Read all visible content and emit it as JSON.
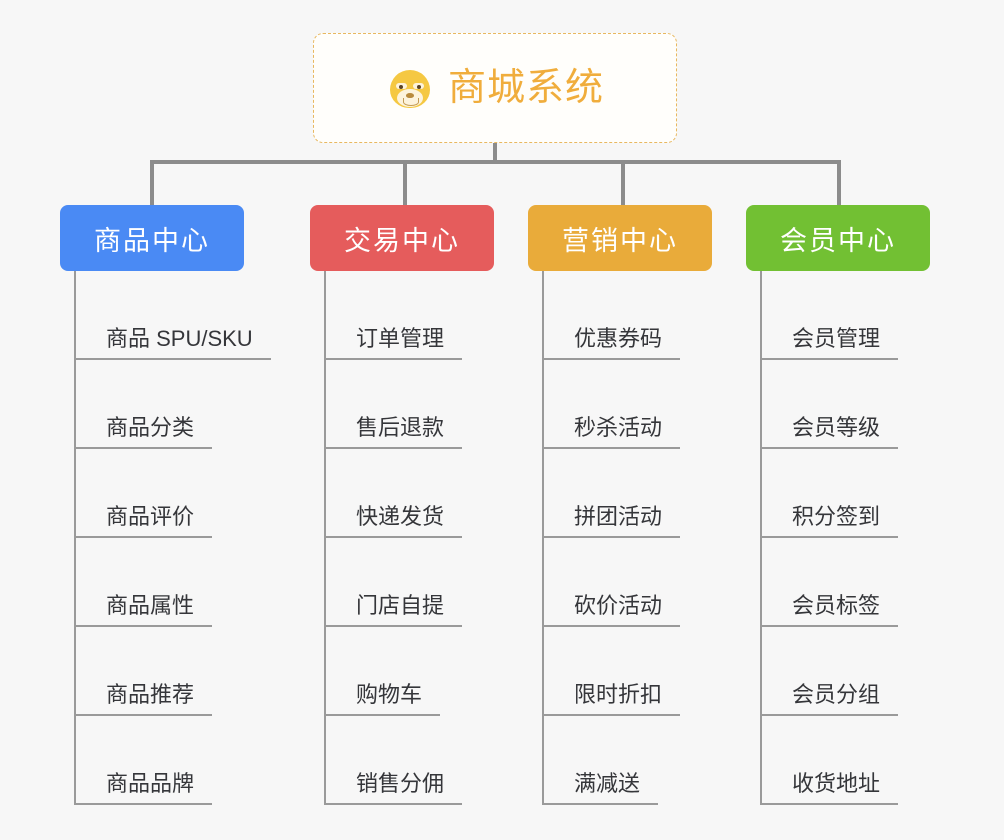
{
  "root": {
    "title": "商城系统",
    "icon": "shiba-inu-emoji",
    "border_color": "#e8b860",
    "text_color": "#f0ad3c",
    "background": "#fffefb"
  },
  "canvas": {
    "background": "#f7f7f7",
    "connector_color": "#8c8c8c",
    "leaf_line_color": "#9a9a9a"
  },
  "branches": [
    {
      "label": "商品中心",
      "color": "#4a8af4",
      "leaves": [
        "商品 SPU/SKU",
        "商品分类",
        "商品评价",
        "商品属性",
        "商品推荐",
        "商品品牌"
      ]
    },
    {
      "label": "交易中心",
      "color": "#e55c5c",
      "leaves": [
        "订单管理",
        "售后退款",
        "快递发货",
        "门店自提",
        "购物车",
        "销售分佣"
      ]
    },
    {
      "label": "营销中心",
      "color": "#e9ab3a",
      "leaves": [
        "优惠券码",
        "秒杀活动",
        "拼团活动",
        "砍价活动",
        "限时折扣",
        "满减送"
      ]
    },
    {
      "label": "会员中心",
      "color": "#72c033",
      "leaves": [
        "会员管理",
        "会员等级",
        "积分签到",
        "会员标签",
        "会员分组",
        "收货地址"
      ]
    }
  ]
}
